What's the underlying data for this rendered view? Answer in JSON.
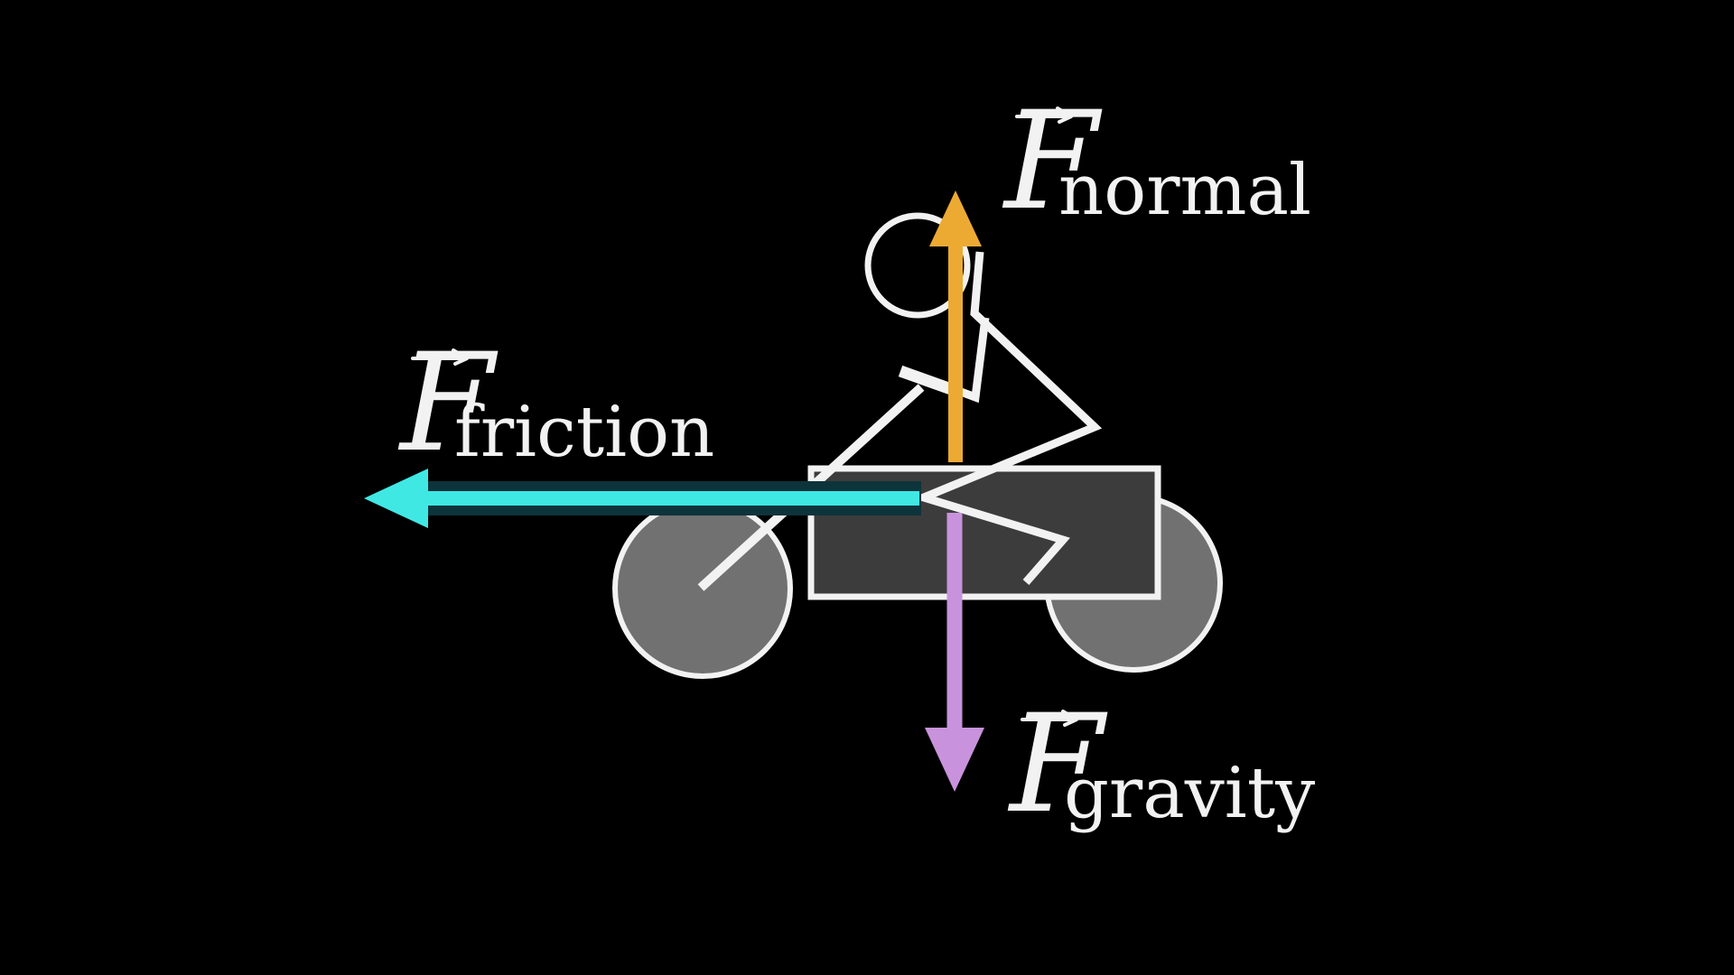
{
  "diagram": {
    "type": "free-body-diagram",
    "subject": "motorcycle-with-rider",
    "background_color": "#000000",
    "outline_color": "#f2f2f2",
    "wheel_fill_color": "#717171",
    "body_fill_color": "#3c3c3c",
    "forces": {
      "normal": {
        "symbol": "F",
        "subscript": "normal",
        "direction": "up",
        "color": "#edaa33"
      },
      "friction": {
        "symbol": "F",
        "subscript": "friction",
        "direction": "left",
        "color": "#40e8e4",
        "shadow_color": "#0e343b"
      },
      "gravity": {
        "symbol": "F",
        "subscript": "gravity",
        "direction": "down",
        "color": "#c893dc"
      }
    }
  }
}
